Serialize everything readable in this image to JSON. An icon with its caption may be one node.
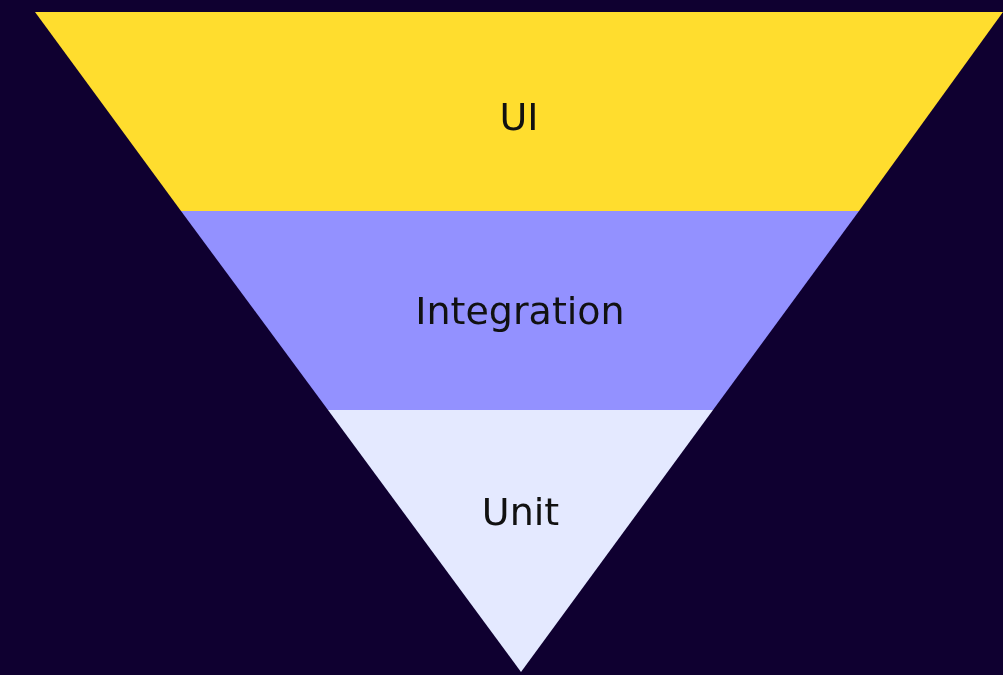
{
  "diagram": {
    "nodes": [
      {
        "text": [
          "UI"
        ]
      },
      {
        "text": [
          "Integration"
        ]
      },
      {
        "text": [
          "Unit"
        ]
      }
    ]
  }
}
